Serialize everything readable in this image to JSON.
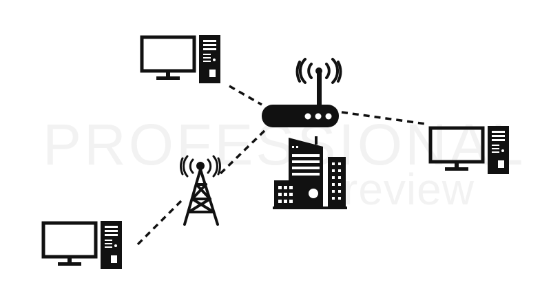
{
  "watermark": {
    "line1": "PROFESSIONAL",
    "line2": "review"
  },
  "colors": {
    "ink": "#111111",
    "background": "#ffffff",
    "watermark": "#f2f2f2"
  },
  "icons": [
    "desktop-computer-icon",
    "wifi-router-icon",
    "radio-tower-icon",
    "office-buildings-icon"
  ],
  "links": {
    "style": "dashed"
  }
}
